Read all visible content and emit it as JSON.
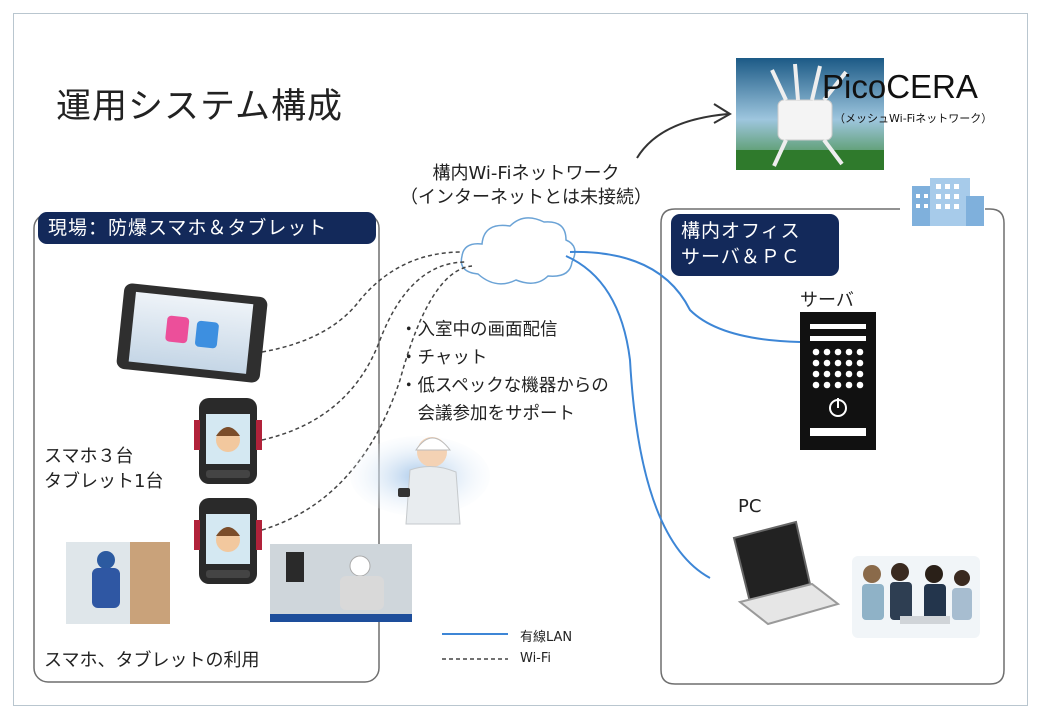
{
  "title": "運用システム構成",
  "picocera": {
    "name": "PicoCERA",
    "subtitle": "（メッシュWi-Fiネットワーク）"
  },
  "wifi_network": {
    "line1": "構内Wi-Fiネットワーク",
    "line2": "（インターネットとは未接続）"
  },
  "site": {
    "label": "現場：防爆スマホ＆タブレット",
    "device_count_line1": "スマホ３台",
    "device_count_line2": "タブレット1台",
    "usage": "スマホ、タブレットの利用"
  },
  "office": {
    "label_line1": "構内オフィス",
    "label_line2": "サーバ＆ＰＣ",
    "server_label": "サーバ",
    "pc_label": "PC"
  },
  "features": [
    "・入室中の画面配信",
    "・チャット",
    "・低スペックな機器からの",
    "　会議参加をサポート"
  ],
  "legend": {
    "wired": "有線LAN",
    "wifi": "Wi-Fi"
  },
  "colors": {
    "label_bg": "#13295a",
    "wired_line": "#3d86d6",
    "wifi_line": "#444444"
  }
}
